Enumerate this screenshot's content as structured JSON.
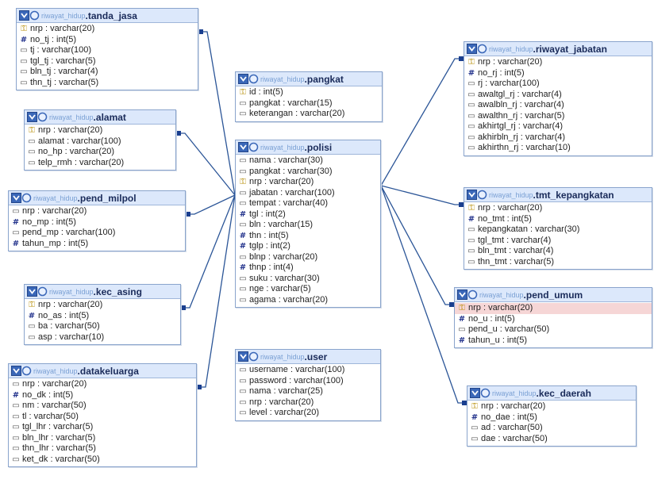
{
  "colors": {
    "header_bg": "#dce8fb",
    "border": "#8aa4cc",
    "line": "#2b5597",
    "highlight": "#f6d6d6"
  },
  "tables": [
    {
      "id": "tanda_jasa",
      "db": "riwayat_hidup",
      "name": "tanda_jasa",
      "columns": [
        {
          "icon": "key-icon",
          "text": "nrp : varchar(20)"
        },
        {
          "icon": "numeric-icon",
          "text": "no_tj : int(5)"
        },
        {
          "icon": "text-icon",
          "text": "tj : varchar(100)"
        },
        {
          "icon": "text-icon",
          "text": "tgl_tj : varchar(5)"
        },
        {
          "icon": "text-icon",
          "text": "bln_tj : varchar(4)"
        },
        {
          "icon": "text-icon",
          "text": "thn_tj : varchar(5)"
        }
      ]
    },
    {
      "id": "alamat",
      "db": "riwayat_hidup",
      "name": "alamat",
      "columns": [
        {
          "icon": "key-icon",
          "text": "nrp : varchar(20)"
        },
        {
          "icon": "text-icon",
          "text": "alamat : varchar(100)"
        },
        {
          "icon": "text-icon",
          "text": "no_hp : varchar(20)"
        },
        {
          "icon": "text-icon",
          "text": "telp_rmh : varchar(20)"
        }
      ]
    },
    {
      "id": "pend_milpol",
      "db": "riwayat_hidup",
      "name": "pend_milpol",
      "columns": [
        {
          "icon": "text-icon",
          "text": "nrp : varchar(20)"
        },
        {
          "icon": "numeric-icon",
          "text": "no_mp : int(5)"
        },
        {
          "icon": "text-icon",
          "text": "pend_mp : varchar(100)"
        },
        {
          "icon": "numeric-icon",
          "text": "tahun_mp : int(5)"
        }
      ]
    },
    {
      "id": "kec_asing",
      "db": "riwayat_hidup",
      "name": "kec_asing",
      "columns": [
        {
          "icon": "key-icon",
          "text": "nrp : varchar(20)"
        },
        {
          "icon": "numeric-icon",
          "text": "no_as : int(5)"
        },
        {
          "icon": "text-icon",
          "text": "ba : varchar(50)"
        },
        {
          "icon": "text-icon",
          "text": "asp : varchar(10)"
        }
      ]
    },
    {
      "id": "datakeluarga",
      "db": "riwayat_hidup",
      "name": "datakeluarga",
      "columns": [
        {
          "icon": "text-icon",
          "text": "nrp : varchar(20)"
        },
        {
          "icon": "numeric-icon",
          "text": "no_dk : int(5)"
        },
        {
          "icon": "text-icon",
          "text": "nm : varchar(50)"
        },
        {
          "icon": "text-icon",
          "text": "tl : varchar(50)"
        },
        {
          "icon": "text-icon",
          "text": "tgl_lhr : varchar(5)"
        },
        {
          "icon": "text-icon",
          "text": "bln_lhr : varchar(5)"
        },
        {
          "icon": "text-icon",
          "text": "thn_lhr : varchar(5)"
        },
        {
          "icon": "text-icon",
          "text": "ket_dk : varchar(50)"
        }
      ]
    },
    {
      "id": "pangkat",
      "db": "riwayat_hidup",
      "name": "pangkat",
      "columns": [
        {
          "icon": "key-icon",
          "text": "id : int(5)"
        },
        {
          "icon": "text-icon",
          "text": "pangkat : varchar(15)"
        },
        {
          "icon": "text-icon",
          "text": "keterangan : varchar(20)"
        }
      ]
    },
    {
      "id": "polisi",
      "db": "riwayat_hidup",
      "name": "polisi",
      "columns": [
        {
          "icon": "text-icon",
          "text": "nama : varchar(30)"
        },
        {
          "icon": "text-icon",
          "text": "pangkat : varchar(30)"
        },
        {
          "icon": "key-icon",
          "text": "nrp : varchar(20)"
        },
        {
          "icon": "text-icon",
          "text": "jabatan : varchar(100)"
        },
        {
          "icon": "text-icon",
          "text": "tempat : varchar(40)"
        },
        {
          "icon": "numeric-icon",
          "text": "tgl : int(2)"
        },
        {
          "icon": "text-icon",
          "text": "bln : varchar(15)"
        },
        {
          "icon": "numeric-icon",
          "text": "thn : int(5)"
        },
        {
          "icon": "numeric-icon",
          "text": "tglp : int(2)"
        },
        {
          "icon": "text-icon",
          "text": "blnp : varchar(20)"
        },
        {
          "icon": "numeric-icon",
          "text": "thnp : int(4)"
        },
        {
          "icon": "text-icon",
          "text": "suku : varchar(30)"
        },
        {
          "icon": "text-icon",
          "text": "nge : varchar(5)"
        },
        {
          "icon": "text-icon",
          "text": "agama : varchar(20)"
        }
      ]
    },
    {
      "id": "user",
      "db": "riwayat_hidup",
      "name": "user",
      "columns": [
        {
          "icon": "text-icon",
          "text": "username : varchar(100)"
        },
        {
          "icon": "text-icon",
          "text": "password : varchar(100)"
        },
        {
          "icon": "text-icon",
          "text": "nama : varchar(25)"
        },
        {
          "icon": "text-icon",
          "text": "nrp : varchar(20)"
        },
        {
          "icon": "text-icon",
          "text": "level : varchar(20)"
        }
      ]
    },
    {
      "id": "riwayat_jabatan",
      "db": "riwayat_hidup",
      "name": "riwayat_jabatan",
      "columns": [
        {
          "icon": "key-icon",
          "text": "nrp : varchar(20)"
        },
        {
          "icon": "numeric-icon",
          "text": "no_rj : int(5)"
        },
        {
          "icon": "text-icon",
          "text": "rj : varchar(100)"
        },
        {
          "icon": "text-icon",
          "text": "awaltgl_rj : varchar(4)"
        },
        {
          "icon": "text-icon",
          "text": "awalbln_rj : varchar(4)"
        },
        {
          "icon": "text-icon",
          "text": "awalthn_rj : varchar(5)"
        },
        {
          "icon": "text-icon",
          "text": "akhirtgl_rj : varchar(4)"
        },
        {
          "icon": "text-icon",
          "text": "akhirbln_rj : varchar(4)"
        },
        {
          "icon": "text-icon",
          "text": "akhirthn_rj : varchar(10)"
        }
      ]
    },
    {
      "id": "tmt_kepangkatan",
      "db": "riwayat_hidup",
      "name": "tmt_kepangkatan",
      "columns": [
        {
          "icon": "key-icon",
          "text": "nrp : varchar(20)"
        },
        {
          "icon": "numeric-icon",
          "text": "no_tmt : int(5)"
        },
        {
          "icon": "text-icon",
          "text": "kepangkatan : varchar(30)"
        },
        {
          "icon": "text-icon",
          "text": "tgl_tmt : varchar(4)"
        },
        {
          "icon": "text-icon",
          "text": "bln_tmt : varchar(4)"
        },
        {
          "icon": "text-icon",
          "text": "thn_tmt : varchar(5)"
        }
      ]
    },
    {
      "id": "pend_umum",
      "db": "riwayat_hidup",
      "name": "pend_umum",
      "columns": [
        {
          "icon": "key-icon",
          "text": "nrp : varchar(20)",
          "highlight": true
        },
        {
          "icon": "numeric-icon",
          "text": "no_u : int(5)"
        },
        {
          "icon": "text-icon",
          "text": "pend_u : varchar(50)"
        },
        {
          "icon": "numeric-icon",
          "text": "tahun_u : int(5)"
        }
      ]
    },
    {
      "id": "kec_daerah",
      "db": "riwayat_hidup",
      "name": "kec_daerah",
      "columns": [
        {
          "icon": "key-icon",
          "text": "nrp : varchar(20)"
        },
        {
          "icon": "numeric-icon",
          "text": "no_dae : int(5)"
        },
        {
          "icon": "text-icon",
          "text": "ad : varchar(50)"
        },
        {
          "icon": "text-icon",
          "text": "dae : varchar(50)"
        }
      ]
    }
  ],
  "relations": [
    {
      "from": "tanda_jasa",
      "to": "polisi"
    },
    {
      "from": "alamat",
      "to": "polisi"
    },
    {
      "from": "pend_milpol",
      "to": "polisi"
    },
    {
      "from": "kec_asing",
      "to": "polisi"
    },
    {
      "from": "datakeluarga",
      "to": "polisi"
    },
    {
      "from": "riwayat_jabatan",
      "to": "polisi"
    },
    {
      "from": "tmt_kepangkatan",
      "to": "polisi"
    },
    {
      "from": "pend_umum",
      "to": "polisi"
    },
    {
      "from": "kec_daerah",
      "to": "polisi"
    }
  ]
}
